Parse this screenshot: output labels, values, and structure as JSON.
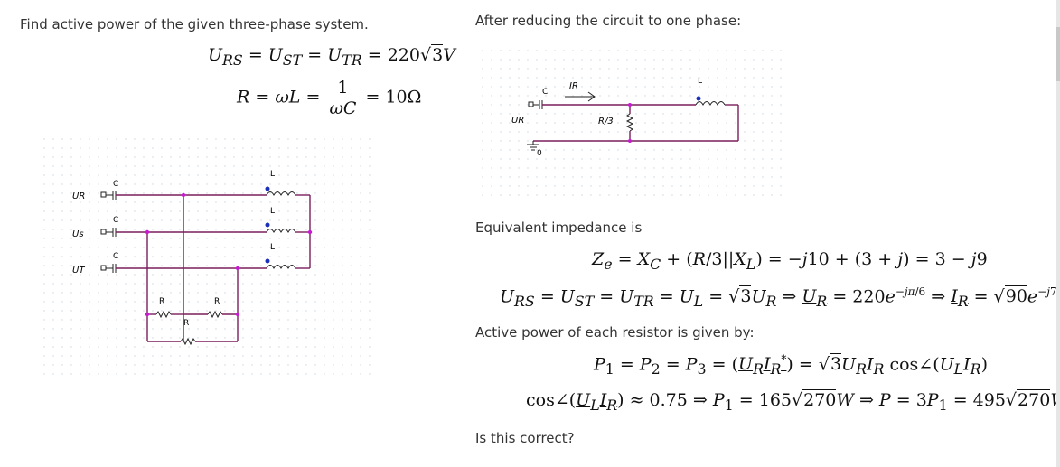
{
  "question": {
    "prompt": "Find active power of the given three-phase system.",
    "followup": "Is this correct?"
  },
  "sections": {
    "reduce": "After reducing the circuit to one phase:",
    "impedance": "Equivalent impedance is",
    "power": "Active power of each resistor is given by:"
  },
  "circuit3": {
    "sources": [
      "UR",
      "Us",
      "UT"
    ],
    "capacitor": "C",
    "inductor": "L",
    "resistor": "R"
  },
  "circuit1": {
    "source": "UR",
    "capacitor": "C",
    "inductor": "L",
    "resistor": "R/3",
    "current": "IR",
    "ground": "0"
  },
  "colors": {
    "wire": "#7a1f5c",
    "node": "#c51ccf",
    "dot": "#1b2fb8",
    "grid": "#cfd6de"
  }
}
